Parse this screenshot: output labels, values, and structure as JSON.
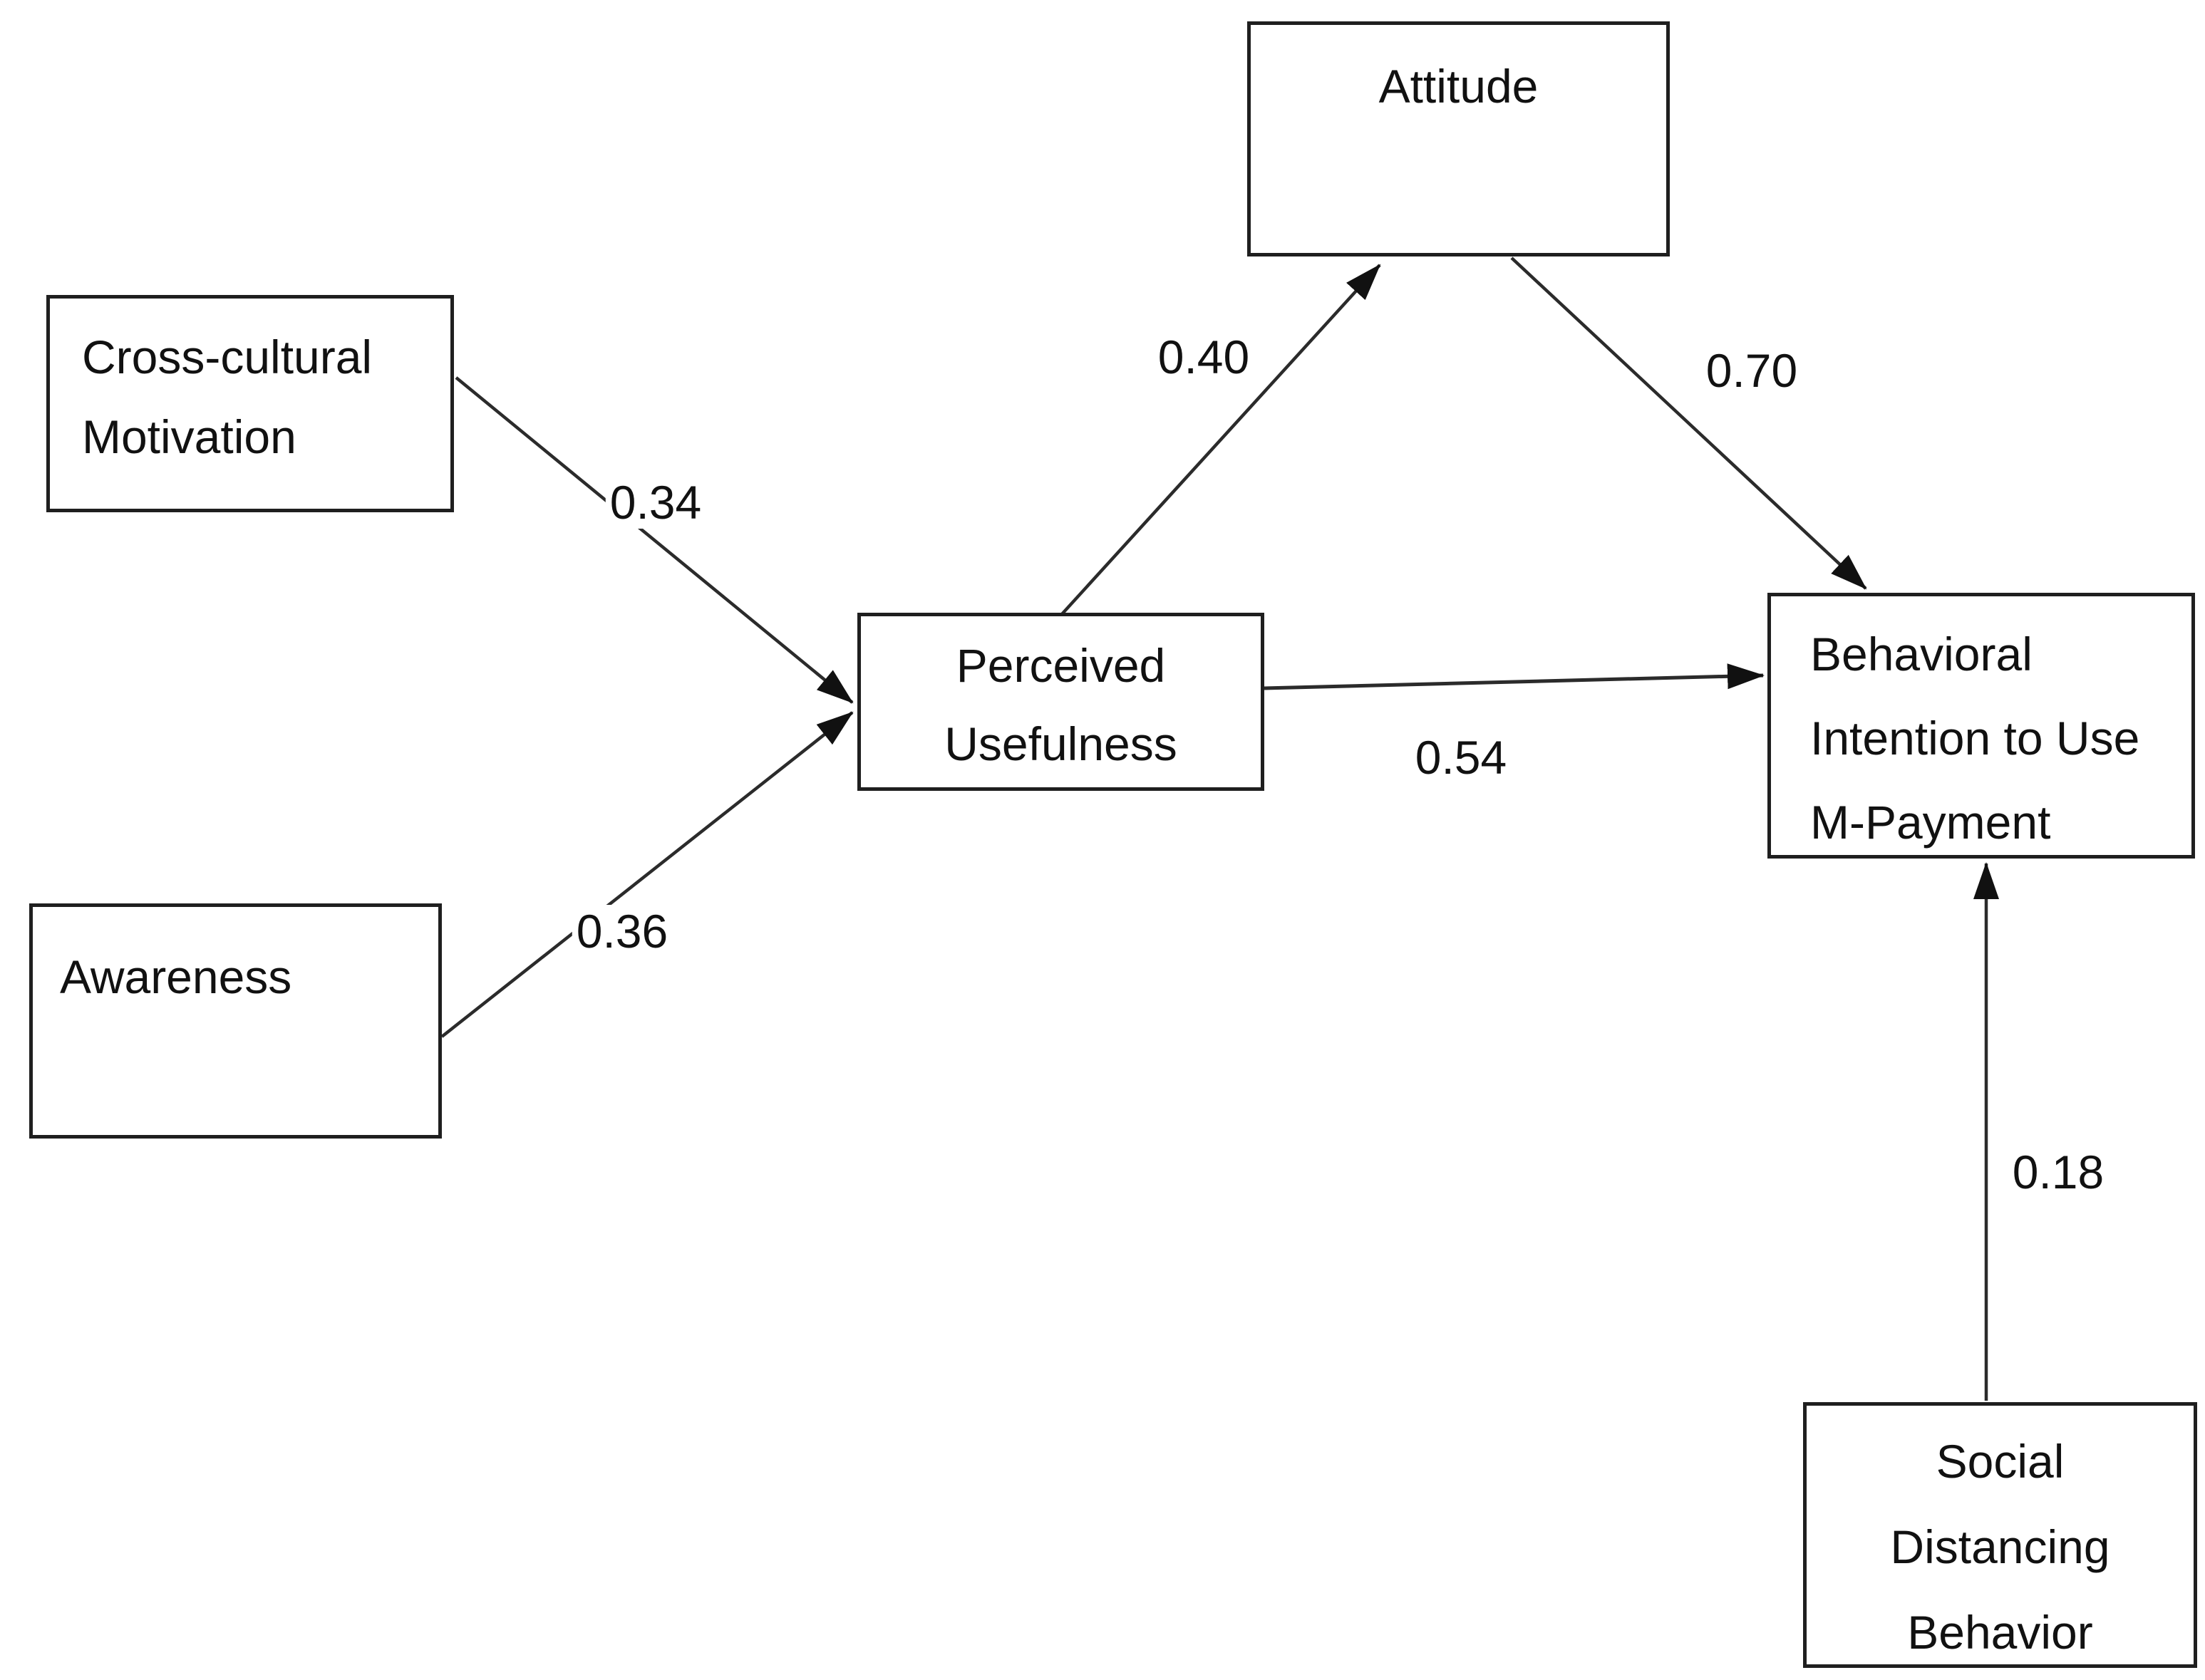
{
  "nodes": {
    "ccm": {
      "id": "cross-cultural-motivation",
      "lines": [
        "Cross-cultural",
        "Motivation"
      ]
    },
    "awareness": {
      "id": "awareness",
      "lines": [
        "Awareness"
      ]
    },
    "pu": {
      "id": "perceived-usefulness",
      "lines": [
        "Perceived",
        "Usefulness"
      ]
    },
    "attitude": {
      "id": "attitude",
      "lines": [
        "Attitude"
      ]
    },
    "bi": {
      "id": "behavioral-intention",
      "lines": [
        "Behavioral",
        "Intention to Use",
        "M-Payment"
      ]
    },
    "sdb": {
      "id": "social-distancing-behavior",
      "lines": [
        "Social",
        "Distancing",
        "Behavior"
      ]
    }
  },
  "edges": {
    "ccm_pu": {
      "from": "cross-cultural-motivation",
      "to": "perceived-usefulness",
      "value": "0.34"
    },
    "aw_pu": {
      "from": "awareness",
      "to": "perceived-usefulness",
      "value": "0.36"
    },
    "pu_attitude": {
      "from": "perceived-usefulness",
      "to": "attitude",
      "value": "0.40"
    },
    "attitude_bi": {
      "from": "attitude",
      "to": "behavioral-intention",
      "value": "0.70"
    },
    "pu_bi": {
      "from": "perceived-usefulness",
      "to": "behavioral-intention",
      "value": "0.54"
    },
    "sdb_bi": {
      "from": "social-distancing-behavior",
      "to": "behavioral-intention",
      "value": "0.18"
    }
  },
  "colors": {
    "background": "#ffffff",
    "box_border": "#1f1f1f",
    "line": "#2b2b2b",
    "text": "#111111"
  }
}
